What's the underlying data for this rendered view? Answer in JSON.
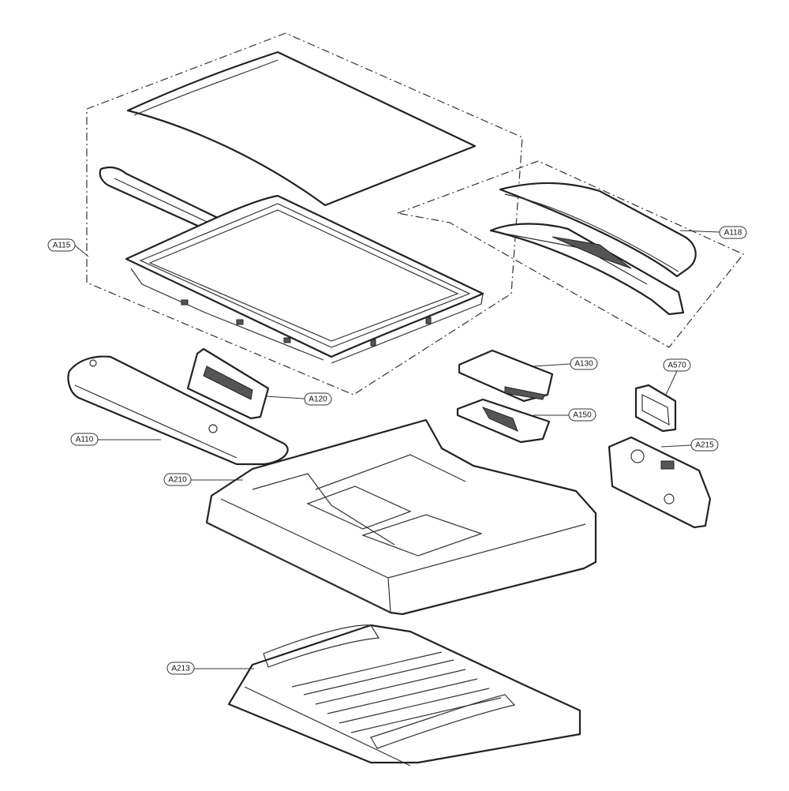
{
  "callouts": {
    "a115": "A115",
    "a118": "A118",
    "a120": "A120",
    "a110": "A110",
    "a130": "A130",
    "a570": "A570",
    "a150": "A150",
    "a215": "A215",
    "a210": "A210",
    "a213": "A213"
  }
}
